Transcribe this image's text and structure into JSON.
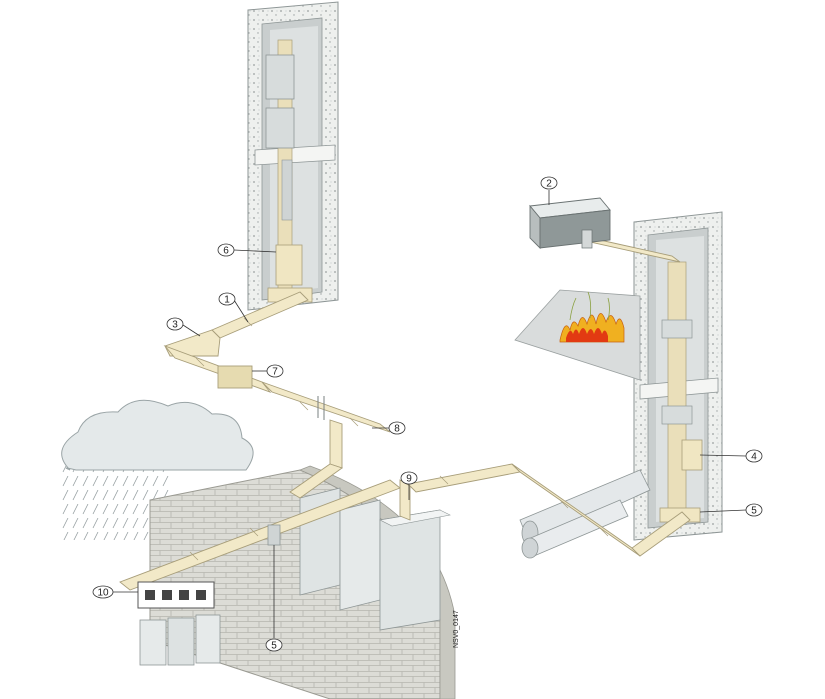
{
  "diagram": {
    "callouts": {
      "c1": "1",
      "c2": "2",
      "c3": "3",
      "c4": "4",
      "c5a": "5",
      "c5b": "5",
      "c6": "6",
      "c7": "7",
      "c8": "8",
      "c9": "9",
      "c10": "10"
    },
    "drawing_code": "NSV0_0147"
  },
  "colors": {
    "duct": "#f2e9c8",
    "duct_shade": "#d8cfa8",
    "shaft_wall": "#e3e6e6",
    "shaft_inner": "#c8cdcd",
    "brick": "#dcdcd6",
    "cabinet": "#dfe4e4",
    "flame_outer": "#f0b020",
    "flame_inner": "#e23a12",
    "cloud": "#e4e9ea"
  }
}
